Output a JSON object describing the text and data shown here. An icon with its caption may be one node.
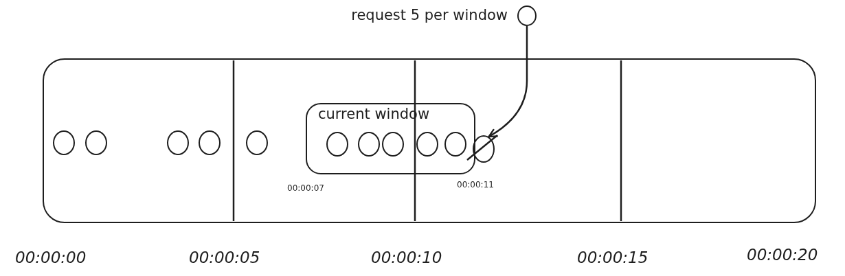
{
  "diagram": {
    "nodes": [
      {
        "text": [],
        "shape": "circle",
        "beside": [
          "request 5 per window"
        ]
      },
      {
        "text": [],
        "shape": "box"
      },
      {
        "text": [
          "current window"
        ],
        "in": 1
      },
      {
        "text": [],
        "shape": "circle",
        "in": 1
      },
      {
        "text": [],
        "shape": "circle",
        "in": 1
      },
      {
        "text": [],
        "shape": "circle",
        "in": 1
      },
      {
        "text": [],
        "shape": "circle",
        "in": 1
      },
      {
        "text": [],
        "shape": "circle",
        "in": 1
      },
      {
        "text": [],
        "shape": "circle",
        "in": 2
      },
      {
        "text": [],
        "shape": "circle",
        "in": 2
      },
      {
        "text": [],
        "shape": "circle",
        "in": 2
      },
      {
        "text": [],
        "shape": "circle",
        "in": 2
      },
      {
        "text": [],
        "shape": "circle",
        "in": 2
      },
      {
        "text": [],
        "shape": "circle",
        "in": 1
      }
    ],
    "edges": [
      {
        "from": 0,
        "to": 13,
        "arrow": "to"
      }
    ],
    "labels": [
      "00:00:07",
      "00:00:11",
      "00:00:00",
      "00:00:05",
      "00:00:10",
      "00:00:15",
      "00:00:20"
    ]
  }
}
